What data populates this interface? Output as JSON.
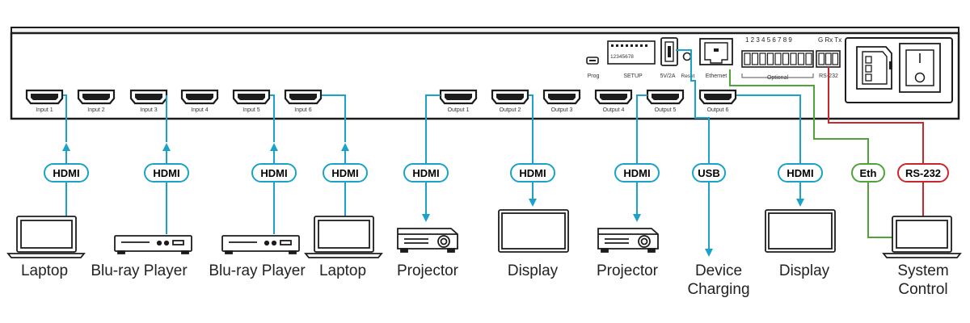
{
  "colors": {
    "hdmi": "#1aa2c8",
    "eth": "#4fa339",
    "rs232": "#c8272d",
    "device": "#1c1c1c"
  },
  "inputs": [
    "Input 1",
    "Input 2",
    "Input 3",
    "Input 4",
    "Input 5",
    "Input 6"
  ],
  "outputs": [
    "Output 1",
    "Output 2",
    "Output 3",
    "Output 4",
    "Output 5",
    "Output 6"
  ],
  "ports": {
    "prog": "Prog",
    "setup": "SETUP",
    "setup_digits": "12345678",
    "usb": "5V/2A",
    "reset": "Reset",
    "ethernet": "Ethernet",
    "optional": "Optional",
    "optional_numbers": "1 2 3 4 5 6 7 8 9",
    "grxtx": "G Rx Tx",
    "rs232": "RS-232"
  },
  "connections": [
    {
      "pill": "HDMI",
      "device_label": "Laptop"
    },
    {
      "pill": "HDMI",
      "device_label": "Blu-ray Player"
    },
    {
      "pill": "HDMI",
      "device_label": "Blu-ray Player"
    },
    {
      "pill": "HDMI",
      "device_label": "Laptop"
    },
    {
      "pill": "HDMI",
      "device_label": "Projector"
    },
    {
      "pill": "HDMI",
      "device_label": "Display"
    },
    {
      "pill": "HDMI",
      "device_label": "Projector"
    },
    {
      "pill": "USB",
      "device_label_1": "Device",
      "device_label_2": "Charging"
    },
    {
      "pill": "HDMI",
      "device_label": "Display"
    },
    {
      "pill_eth": "Eth",
      "pill_rs": "RS-232",
      "device_label_1": "System",
      "device_label_2": "Control"
    }
  ]
}
